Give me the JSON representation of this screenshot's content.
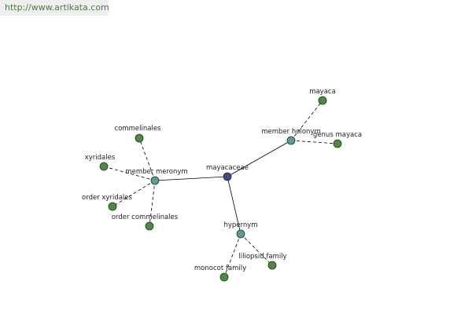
{
  "watermark": {
    "text": "http://www.artikata.com"
  },
  "colors": {
    "center": "#3d4a8f",
    "relation": "#5f9a98",
    "leaf": "#4f8a45",
    "edge": "#000000",
    "node_stroke": "#223322"
  },
  "graph": {
    "nodes": [
      {
        "id": "mayacaceae",
        "label": "mayacaceae",
        "kind": "center"
      },
      {
        "id": "member-meronym",
        "label": "member meronym",
        "kind": "relation"
      },
      {
        "id": "member-holonym",
        "label": "member holonym",
        "kind": "relation"
      },
      {
        "id": "hypernym",
        "label": "hypernym",
        "kind": "relation"
      },
      {
        "id": "commelinales",
        "label": "commelinales",
        "kind": "leaf"
      },
      {
        "id": "xyridales",
        "label": "xyridales",
        "kind": "leaf"
      },
      {
        "id": "order-xyridales",
        "label": "order xyridales",
        "kind": "leaf"
      },
      {
        "id": "order-commelinales",
        "label": "order commelinales",
        "kind": "leaf"
      },
      {
        "id": "mayaca",
        "label": "mayaca",
        "kind": "leaf"
      },
      {
        "id": "genus-mayaca",
        "label": "genus mayaca",
        "kind": "leaf"
      },
      {
        "id": "monocot-family",
        "label": "monocot family",
        "kind": "leaf"
      },
      {
        "id": "liliopsid-family",
        "label": "liliopsid family",
        "kind": "leaf"
      }
    ],
    "edges": [
      {
        "from": "mayacaceae",
        "to": "member-meronym",
        "style": "solid"
      },
      {
        "from": "mayacaceae",
        "to": "member-holonym",
        "style": "solid"
      },
      {
        "from": "mayacaceae",
        "to": "hypernym",
        "style": "solid"
      },
      {
        "from": "member-meronym",
        "to": "commelinales",
        "style": "dashed"
      },
      {
        "from": "member-meronym",
        "to": "xyridales",
        "style": "dashed"
      },
      {
        "from": "member-meronym",
        "to": "order-xyridales",
        "style": "dashed"
      },
      {
        "from": "member-meronym",
        "to": "order-commelinales",
        "style": "dashed"
      },
      {
        "from": "member-holonym",
        "to": "mayaca",
        "style": "dashed"
      },
      {
        "from": "member-holonym",
        "to": "genus-mayaca",
        "style": "dashed"
      },
      {
        "from": "hypernym",
        "to": "monocot-family",
        "style": "dashed"
      },
      {
        "from": "hypernym",
        "to": "liliopsid-family",
        "style": "dashed"
      }
    ]
  }
}
